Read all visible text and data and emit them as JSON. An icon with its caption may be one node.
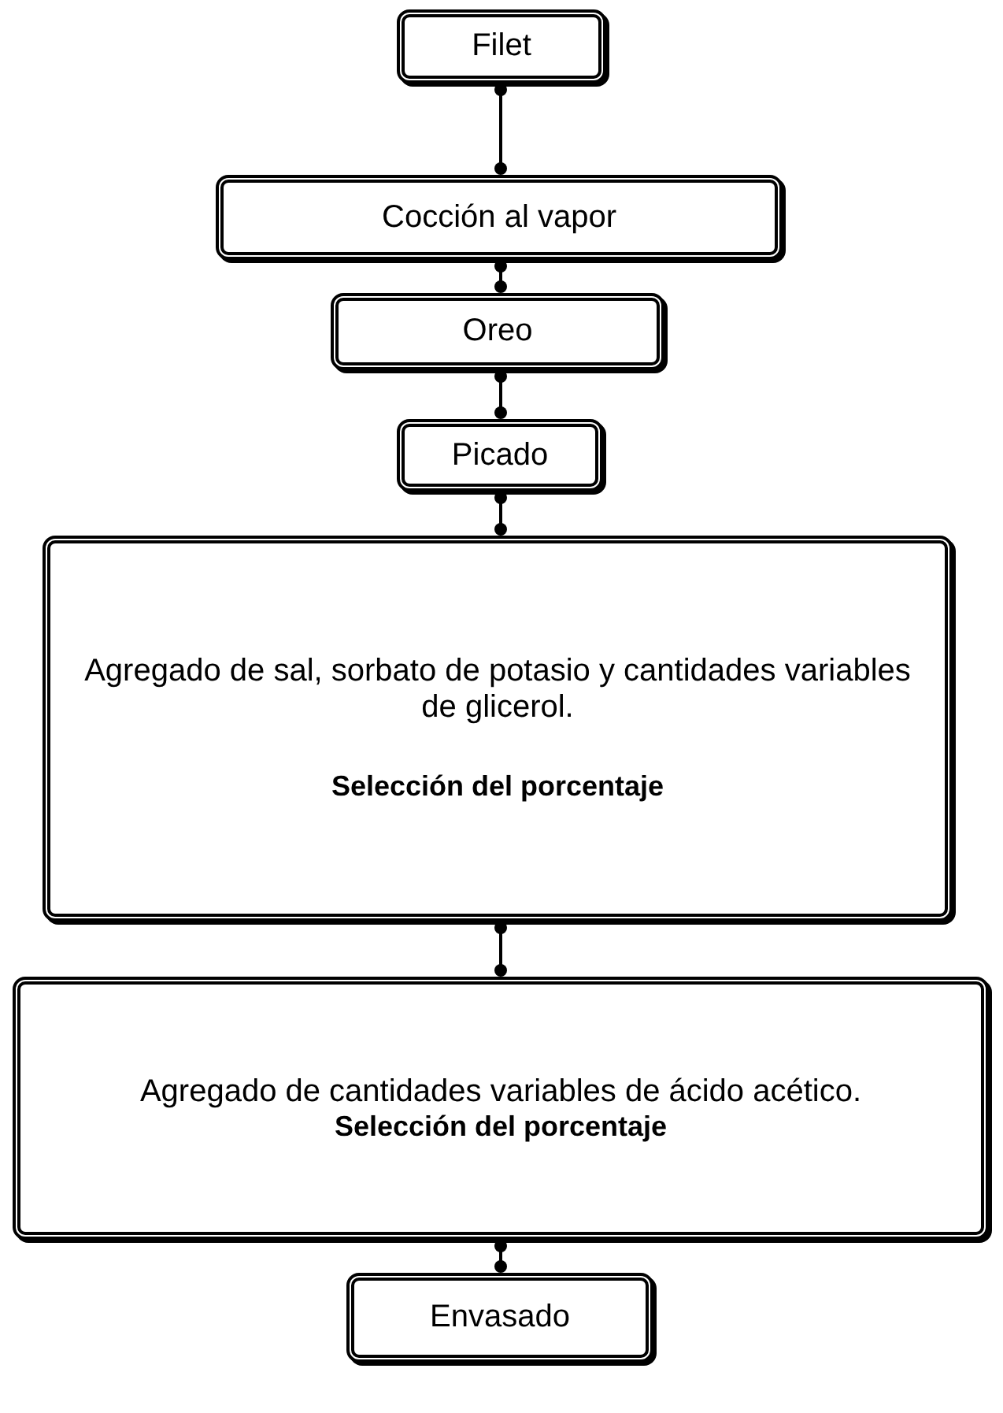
{
  "diagram": {
    "nodes": [
      {
        "text": [
          "Filet"
        ]
      },
      {
        "text": [
          "Cocción al vapor"
        ]
      },
      {
        "text": [
          "Oreo"
        ]
      },
      {
        "text": [
          "Picado"
        ]
      },
      {
        "text": [
          "Agregado de sal, sorbato de potasio y cantidades variables de glicerol.",
          "Selección del porcentaje"
        ]
      },
      {
        "text": [
          "Agregado de cantidades variables de ácido acético.",
          "Selección del porcentaje"
        ]
      },
      {
        "text": [
          "Envasado"
        ]
      }
    ],
    "edges": [
      {
        "from": 0,
        "to": 1,
        "arrow": "other"
      },
      {
        "from": 1,
        "to": 2,
        "arrow": "other"
      },
      {
        "from": 2,
        "to": 3,
        "arrow": "other"
      },
      {
        "from": 3,
        "to": 4,
        "arrow": "other"
      },
      {
        "from": 4,
        "to": 5,
        "arrow": "other"
      },
      {
        "from": 5,
        "to": 6,
        "arrow": "other"
      }
    ]
  }
}
